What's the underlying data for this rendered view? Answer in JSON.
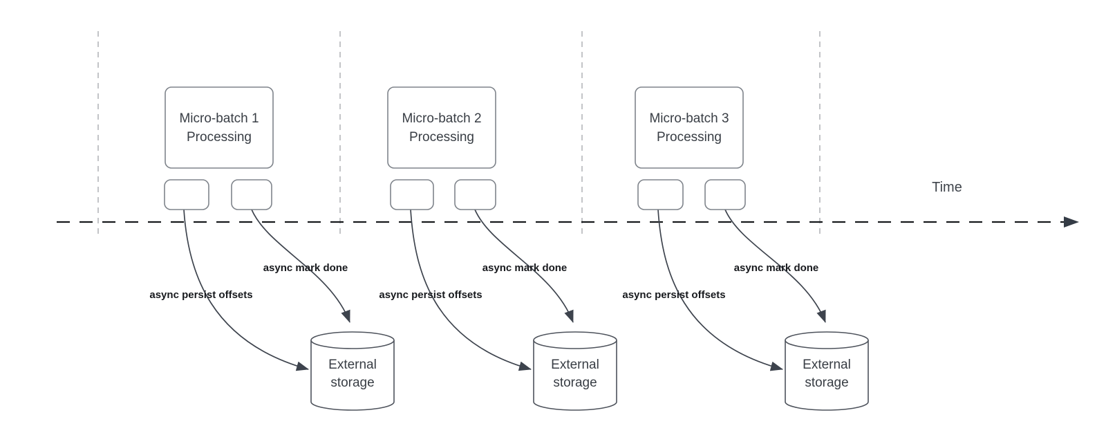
{
  "canvas": {
    "time_label": "Time"
  },
  "groups": [
    {
      "title": "Micro-batch 1",
      "subtitle": "Processing",
      "persist_label": "async persist offsets",
      "done_label": "async mark done",
      "storage_title": "External",
      "storage_subtitle": "storage"
    },
    {
      "title": "Micro-batch 2",
      "subtitle": "Processing",
      "persist_label": "async persist offsets",
      "done_label": "async mark done",
      "storage_title": "External",
      "storage_subtitle": "storage"
    },
    {
      "title": "Micro-batch 3",
      "subtitle": "Processing",
      "persist_label": "async persist offsets",
      "done_label": "async mark done",
      "storage_title": "External",
      "storage_subtitle": "storage"
    }
  ],
  "colors": {
    "shape_stroke": "#7f848b",
    "cylinder_stroke": "#4d525b",
    "flow_stroke": "#3d434d",
    "timeline_stroke": "#17191c",
    "gridline_stroke": "#b4b6b9",
    "text_dark": "#383d44",
    "label_bold": "#17191d",
    "background": "#ffffff"
  }
}
